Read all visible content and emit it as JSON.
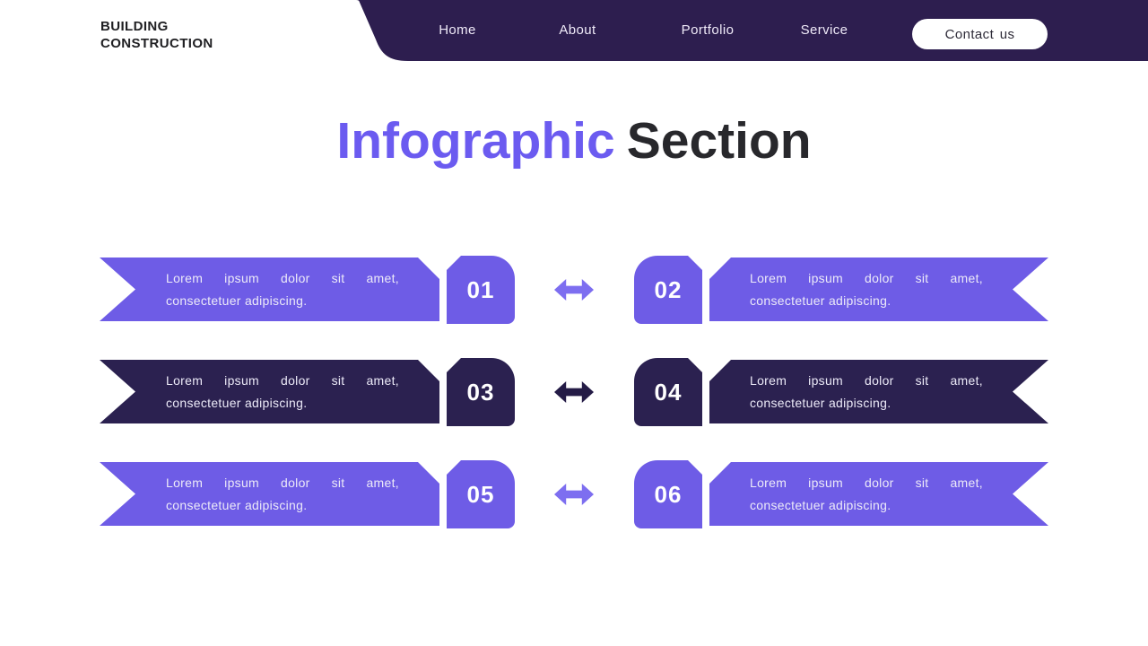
{
  "brand": {
    "line1": "BUILDING",
    "line2": "CONSTRUCTION"
  },
  "nav": {
    "items": [
      {
        "label": "Home"
      },
      {
        "label": "About"
      },
      {
        "label": "Portfolio"
      },
      {
        "label": "Service"
      }
    ],
    "contact_label": "Contact us"
  },
  "title": {
    "accent": "Infographic",
    "rest": "Section"
  },
  "icons": {
    "connector": "left-right-double-arrow"
  },
  "rows": [
    {
      "theme": "purple",
      "left": {
        "number": "01",
        "line1": "Lorem ipsum dolor sit amet,",
        "line2": "consectetuer adipiscing."
      },
      "right": {
        "number": "02",
        "line1": "Lorem ipsum dolor sit amet,",
        "line2": "consectetuer adipiscing."
      }
    },
    {
      "theme": "dark",
      "left": {
        "number": "03",
        "line1": "Lorem ipsum dolor sit amet,",
        "line2": "consectetuer adipiscing."
      },
      "right": {
        "number": "04",
        "line1": "Lorem ipsum dolor sit amet,",
        "line2": "consectetuer adipiscing."
      }
    },
    {
      "theme": "purple",
      "left": {
        "number": "05",
        "line1": "Lorem ipsum dolor sit amet,",
        "line2": "consectetuer adipiscing."
      },
      "right": {
        "number": "06",
        "line1": "Lorem ipsum dolor sit amet,",
        "line2": "consectetuer adipiscing."
      }
    }
  ],
  "colors": {
    "accent": "#6E5CE6",
    "accent_arrow": "#7D6EF0",
    "dark": "#2B2150",
    "dark_arrow": "#241B46",
    "header_bg": "#2D1E4F",
    "title_accent": "#6B5BF0",
    "title_dark": "#28282C",
    "banner_text": "#ECEAF8",
    "nav_text": "#EFEAF8",
    "brand_text": "#202023",
    "pill_text": "#2E2B38"
  }
}
